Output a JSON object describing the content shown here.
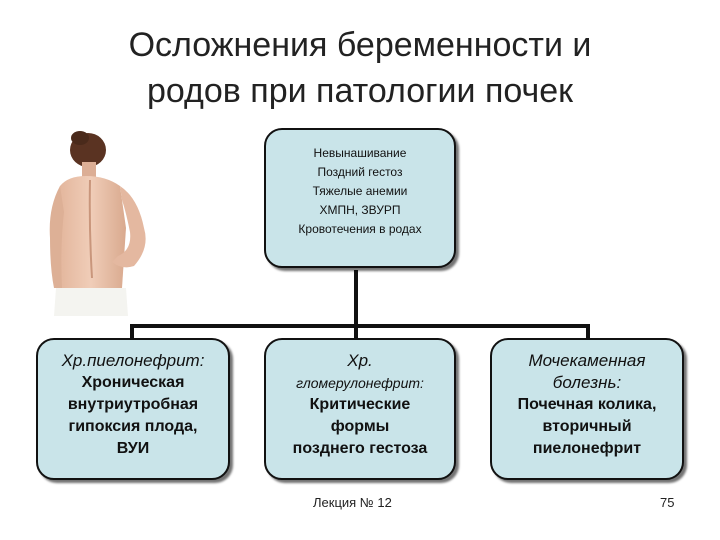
{
  "slide": {
    "title_line1": "Осложнения беременности и",
    "title_line2": "родов при патологии почек"
  },
  "top_box": {
    "items": [
      "Невынашивание",
      "Поздний гестоз",
      "Тяжелые анемии",
      "ХМПН, ЗВУРП",
      "Кровотечения в родах"
    ]
  },
  "boxes": [
    {
      "head_lines": [
        "Хр.пиелонефрит:"
      ],
      "body_lines": [
        "Хроническая",
        "внутриутробная",
        "гипоксия плода,",
        "ВУИ"
      ]
    },
    {
      "head_lines": [
        "Хр.",
        "гломерулонефрит:"
      ],
      "body_lines": [
        "Критические",
        "формы",
        "позднего гестоза"
      ]
    },
    {
      "head_lines": [
        "Мочекаменная",
        "болезнь:"
      ],
      "body_lines": [
        "Почечная колика,",
        "вторичный",
        "пиелонефрит"
      ]
    }
  ],
  "footer": {
    "lecture": "Лекция № 12",
    "page_number": "75"
  },
  "colors": {
    "box_fill": "#c9e4e9",
    "box_border": "#111111"
  }
}
